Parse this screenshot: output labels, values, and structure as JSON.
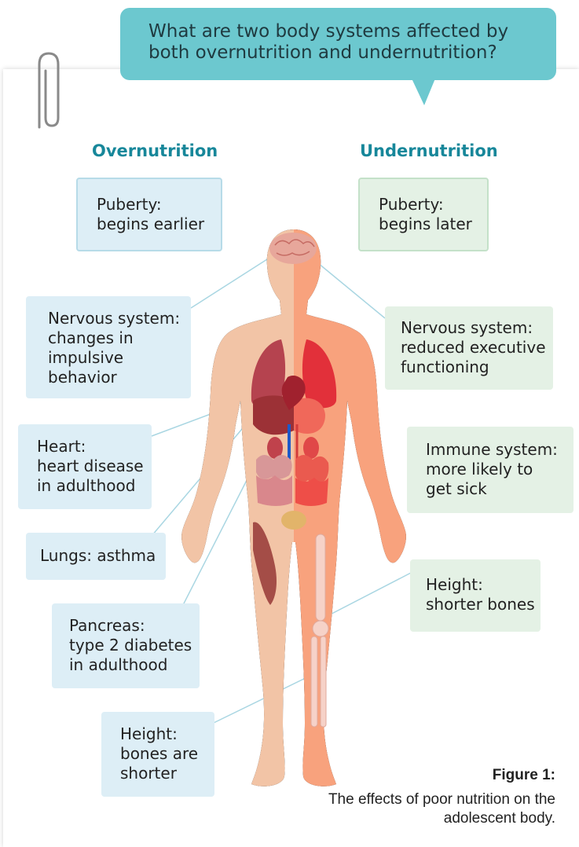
{
  "question": "What are two body systems affected by both overnutrition and undernutrition?",
  "columns": {
    "left": "Overnutrition",
    "right": "Undernutrition"
  },
  "overnutrition": {
    "puberty": [
      "Puberty:",
      "begins earlier"
    ],
    "nervous": [
      "Nervous system:",
      "changes in",
      "impulsive",
      "behavior"
    ],
    "heart": [
      "Heart:",
      "heart disease",
      "in adulthood"
    ],
    "lungs": [
      "Lungs: asthma"
    ],
    "pancreas": [
      "Pancreas:",
      "type 2 diabetes",
      "in adulthood"
    ],
    "height": [
      "Height:",
      "bones are",
      "shorter"
    ]
  },
  "undernutrition": {
    "puberty": [
      "Puberty:",
      "begins later"
    ],
    "nervous": [
      "Nervous system:",
      "reduced executive",
      "functioning"
    ],
    "immune": [
      "Immune system:",
      "more likely to",
      "get sick"
    ],
    "height": [
      "Height:",
      "shorter bones"
    ]
  },
  "caption": {
    "title": "Figure 1:",
    "text": "The effects of poor nutrition on the adolescent body."
  },
  "colors": {
    "bubble": "#6cc8cf",
    "title": "#17879a",
    "box_blue": "#ddeef6",
    "box_green": "#e4f1e5",
    "skin_left": "#f2c4a6",
    "skin_right": "#f8a27d"
  }
}
